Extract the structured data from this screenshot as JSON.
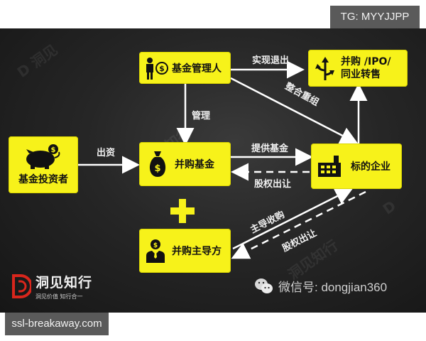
{
  "overlay": {
    "top_tag": "TG: MYYJJPP",
    "bottom_tag": "ssl-breakaway.com"
  },
  "nodes": {
    "investor": {
      "label": "基金投资者",
      "icon": "piggy-bank-icon"
    },
    "manager": {
      "label": "基金管理人",
      "icon": "businessman-dollar-icon"
    },
    "fund": {
      "label": "并购基金",
      "icon": "money-bag-icon"
    },
    "exit": {
      "line1": "并购 /IPO/",
      "line2": "同业转售",
      "icon": "split-arrows-icon"
    },
    "target": {
      "label": "标的企业",
      "icon": "factory-icon"
    },
    "leader": {
      "label": "并购主导方",
      "icon": "businessman-icon"
    }
  },
  "edges": {
    "invest": "出资",
    "manage": "管理",
    "realize_exit": "实现退出",
    "integrate": "整合重组",
    "provide_fund": "提供基金",
    "equity_transfer_1": "股权出让",
    "lead_acquisition": "主导收购",
    "equity_transfer_2": "股权出让"
  },
  "plus_symbol": "+",
  "branding": {
    "logo_name": "洞见知行",
    "logo_slogan": "洞见价值  知行合一",
    "wechat": "微信号: dongjian360"
  },
  "colors": {
    "box": "#f7f21a",
    "background": "#222222",
    "arrow": "#ffffff",
    "logo_red": "#d9261c"
  }
}
